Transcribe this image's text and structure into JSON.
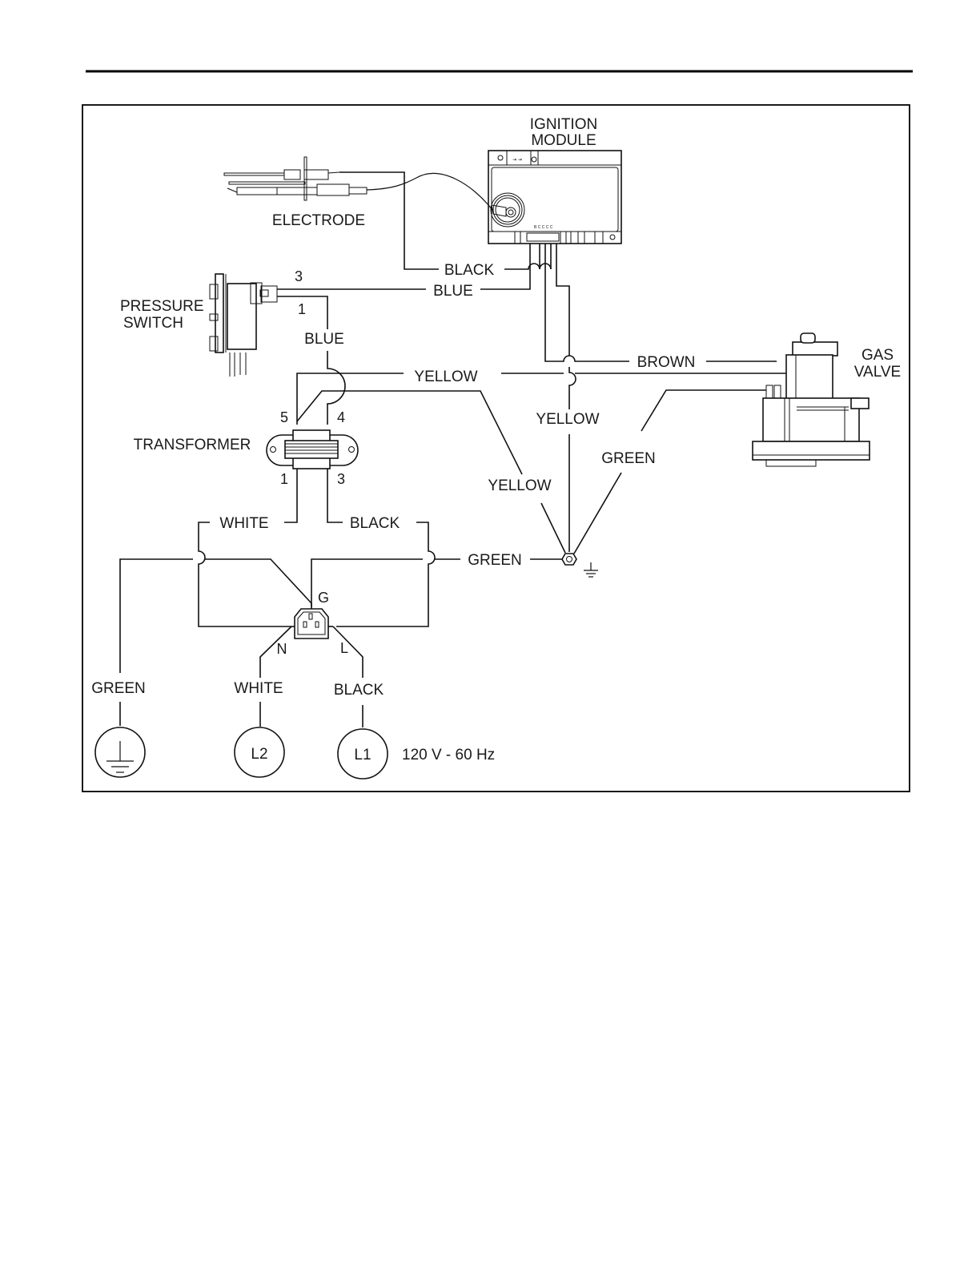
{
  "page": {
    "header_rule": true
  },
  "diagram": {
    "title": "",
    "components": {
      "ignition_module": {
        "label_line1": "IGNITION",
        "label_line2": "MODULE"
      },
      "electrode": {
        "label": "ELECTRODE"
      },
      "pressure_switch": {
        "label_line1": "PRESSURE",
        "label_line2": "SWITCH",
        "pin_top": "3",
        "pin_bottom": "1"
      },
      "gas_valve": {
        "label_line1": "GAS",
        "label_line2": "VALVE"
      },
      "transformer": {
        "label": "TRANSFORMER",
        "pin_5": "5",
        "pin_4": "4",
        "pin_1": "1",
        "pin_3": "3"
      },
      "power_inlet": {
        "pin_g": "G",
        "pin_n": "N",
        "pin_l": "L"
      },
      "supply": {
        "ground_symbol": "ground-icon",
        "l2": "L2",
        "l1": "L1",
        "rating": "120 V - 60 Hz"
      }
    },
    "wires": {
      "electrode_black": "BLACK",
      "pressure_blue_top": "BLUE",
      "pressure_blue_down": "BLUE",
      "transformer_yellow_top": "YELLOW",
      "module_brown": "BROWN",
      "module_yellow_vertical": "YELLOW",
      "transformer_yellow_diag": "YELLOW",
      "valve_green": "GREEN",
      "transformer_white": "WHITE",
      "transformer_black": "BLACK",
      "inlet_green": "GREEN",
      "supply_green": "GREEN",
      "supply_white": "WHITE",
      "supply_black": "BLACK"
    }
  }
}
